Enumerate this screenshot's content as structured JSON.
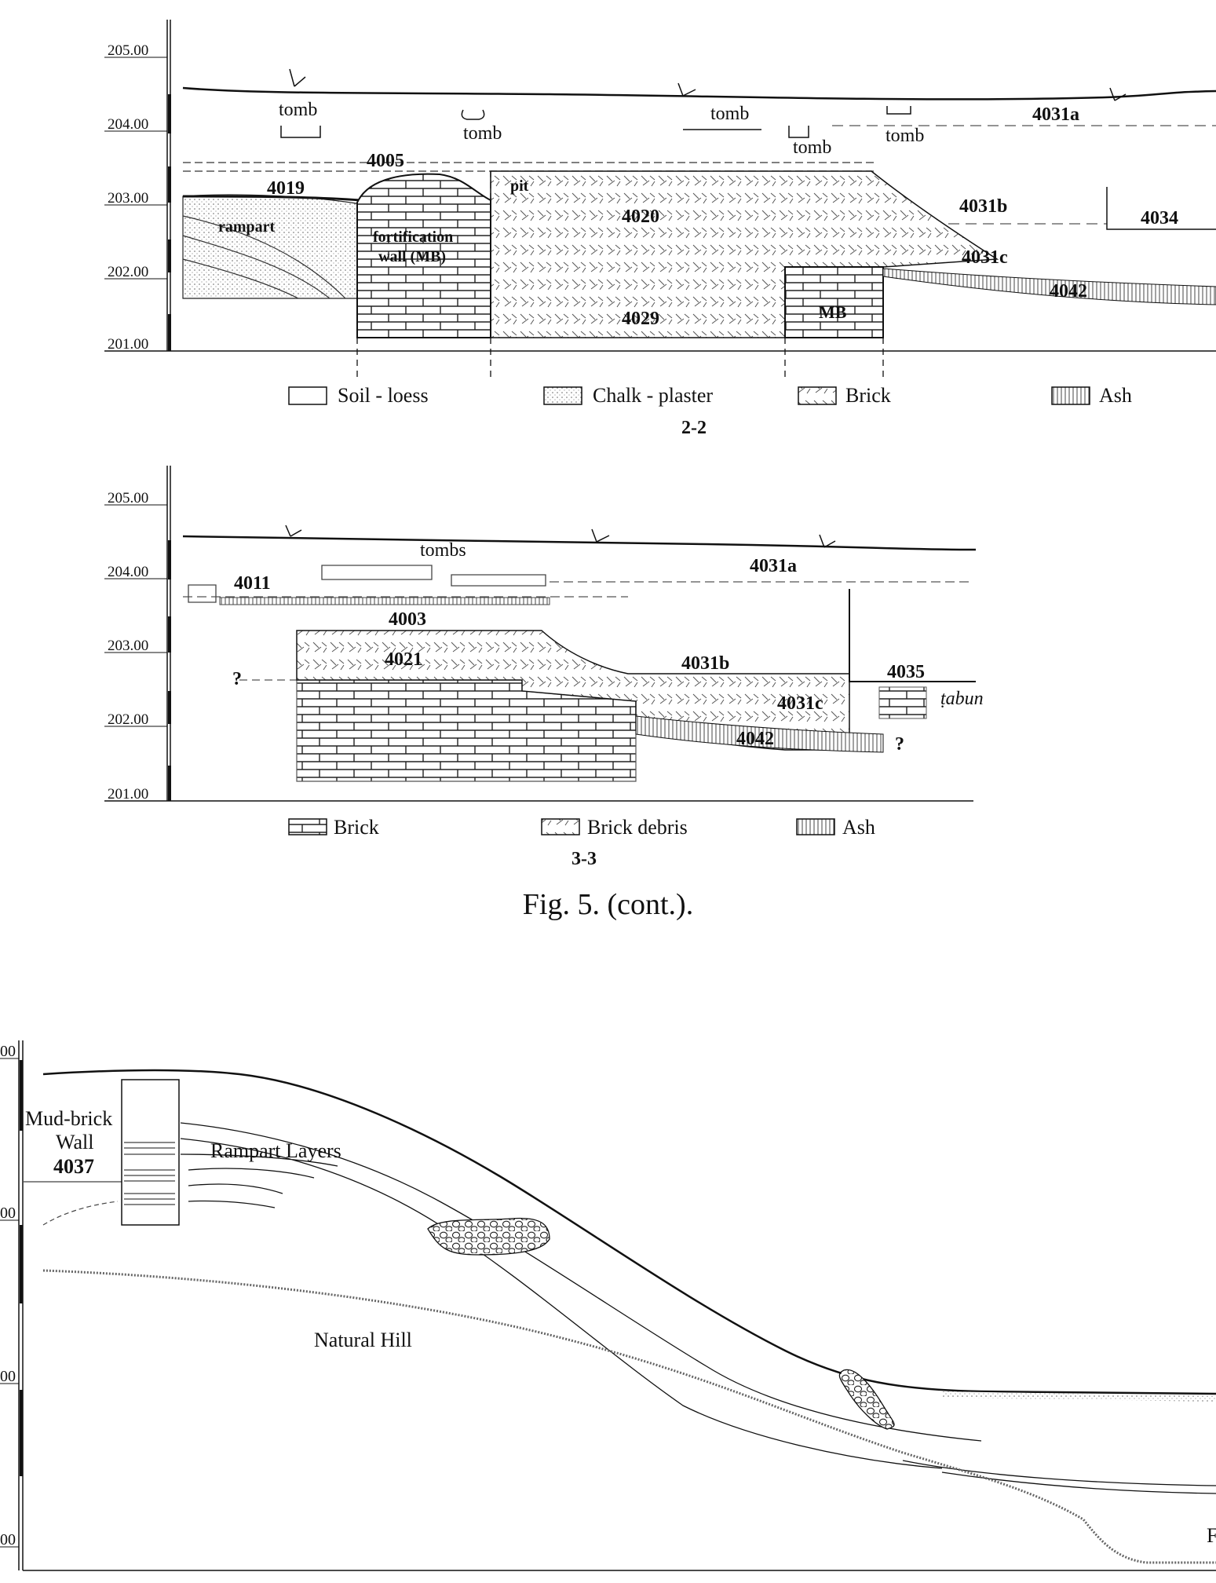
{
  "sections": {
    "s22": {
      "axis_ticks": [
        "205.00",
        "204.00",
        "203.00",
        "202.00",
        "201.00"
      ],
      "labels": {
        "tomb1": "tomb",
        "tomb2": "tomb",
        "tomb3": "tomb",
        "tomb4": "tomb",
        "tomb5": "tomb",
        "l4005": "4005",
        "l4019": "4019",
        "pit": "pit",
        "l4020": "4020",
        "l4031a": "4031a",
        "l4031b": "4031b",
        "l4031c": "4031c",
        "l4034": "4034",
        "l4042": "4042",
        "l4029": "4029",
        "rampart": "rampart",
        "fort1": "fortification",
        "fort2": "wall (MB)",
        "mb": "MB"
      },
      "legend": [
        "Soil - loess",
        "Chalk - plaster",
        "Brick",
        "Ash"
      ],
      "title": "2-2"
    },
    "s33": {
      "axis_ticks": [
        "205.00",
        "204.00",
        "203.00",
        "202.00",
        "201.00"
      ],
      "labels": {
        "tombs": "tombs",
        "l4011": "4011",
        "l4031a": "4031a",
        "l4003": "4003",
        "l4021": "4021",
        "q1": "?",
        "l4031b": "4031b",
        "l4035": "4035",
        "tabun": "ṭabun",
        "l4031c": "4031c",
        "l4042": "4042",
        "q2": "?"
      },
      "legend": [
        "Brick",
        "Brick debris",
        "Ash"
      ],
      "title": "3-3"
    },
    "caption": "Fig. 5. (cont.).",
    "s3": {
      "axis_ticks": [
        "00",
        "00",
        "00",
        "00"
      ],
      "labels": {
        "mb1": "Mud-brick",
        "mb2": "Wall",
        "mb3": "4037",
        "rampart": "Rampart Layers",
        "hill": "Natural Hill",
        "edge": "F"
      }
    }
  }
}
